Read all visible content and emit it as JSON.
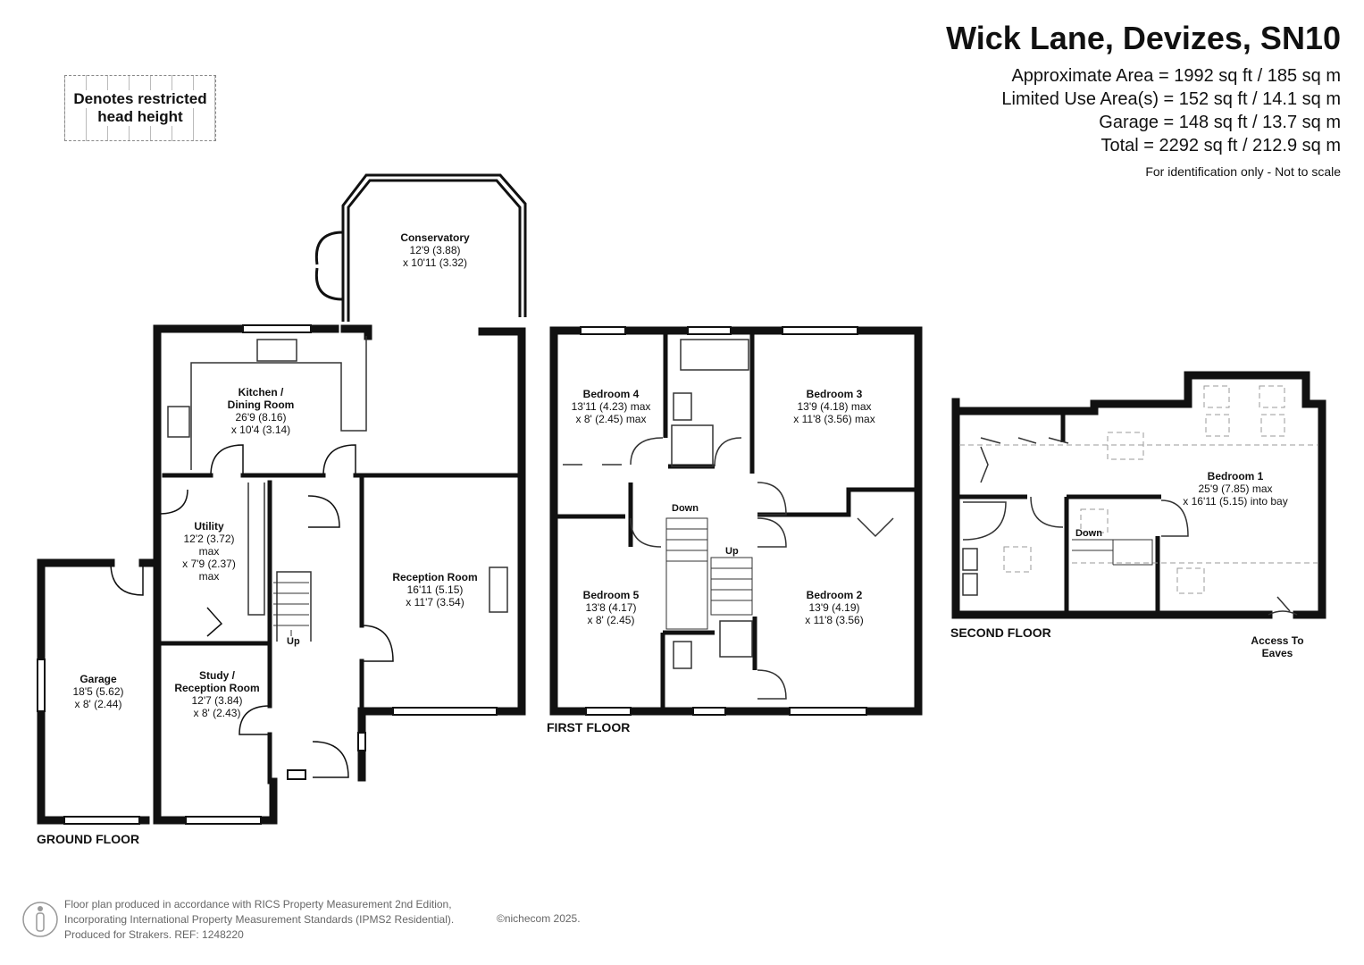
{
  "header": {
    "title": "Wick Lane, Devizes, SN10",
    "approx_area": "Approximate Area = 1992 sq ft / 185 sq m",
    "limited_use": "Limited Use Area(s) = 152 sq ft / 14.1 sq m",
    "garage": "Garage = 148 sq ft / 13.7 sq m",
    "total": "Total = 2292 sq ft / 212.9 sq m",
    "note": "For identification only - Not to scale"
  },
  "legend": {
    "line1": "Denotes restricted",
    "line2": "head height"
  },
  "floors": {
    "ground": "GROUND FLOOR",
    "first": "FIRST FLOOR",
    "second": "SECOND FLOOR"
  },
  "rooms": {
    "conservatory": {
      "name": "Conservatory",
      "d1": "12'9 (3.88)",
      "d2": "x 10'11 (3.32)"
    },
    "kitchen": {
      "name1": "Kitchen /",
      "name2": "Dining Room",
      "d1": "26'9 (8.16)",
      "d2": "x 10'4 (3.14)"
    },
    "utility": {
      "name": "Utility",
      "d1": "12'2 (3.72)",
      "d2": "max",
      "d3": "x 7'9 (2.37)",
      "d4": "max"
    },
    "reception": {
      "name": "Reception Room",
      "d1": "16'11 (5.15)",
      "d2": "x 11'7 (3.54)"
    },
    "garage": {
      "name": "Garage",
      "d1": "18'5 (5.62)",
      "d2": "x 8' (2.44)"
    },
    "study": {
      "name1": "Study /",
      "name2": "Reception Room",
      "d1": "12'7 (3.84)",
      "d2": "x 8' (2.43)"
    },
    "bedroom4": {
      "name": "Bedroom 4",
      "d1": "13'11 (4.23) max",
      "d2": "x 8' (2.45) max"
    },
    "bedroom3": {
      "name": "Bedroom 3",
      "d1": "13'9 (4.18) max",
      "d2": "x 11'8 (3.56) max"
    },
    "bedroom5": {
      "name": "Bedroom 5",
      "d1": "13'8 (4.17)",
      "d2": "x 8' (2.45)"
    },
    "bedroom2": {
      "name": "Bedroom 2",
      "d1": "13'9 (4.19)",
      "d2": "x 11'8 (3.56)"
    },
    "bedroom1": {
      "name": "Bedroom 1",
      "d1": "25'9 (7.85) max",
      "d2": "x 16'11 (5.15) into bay"
    }
  },
  "stairs": {
    "up_ground": "Up",
    "down_first": "Down",
    "up_first": "Up",
    "down_second": "Down"
  },
  "eaves": {
    "line1": "Access To",
    "line2": "Eaves"
  },
  "footer": {
    "line1": "Floor plan produced in accordance with RICS Property Measurement 2nd Edition,",
    "line2": "Incorporating International Property Measurement Standards (IPMS2 Residential).",
    "line3": "Produced for Strakers.    REF: 1248220",
    "credit": "©nichecom 2025."
  },
  "colors": {
    "wall": "#111111",
    "fixture": "#555555",
    "dashed": "#999999"
  }
}
